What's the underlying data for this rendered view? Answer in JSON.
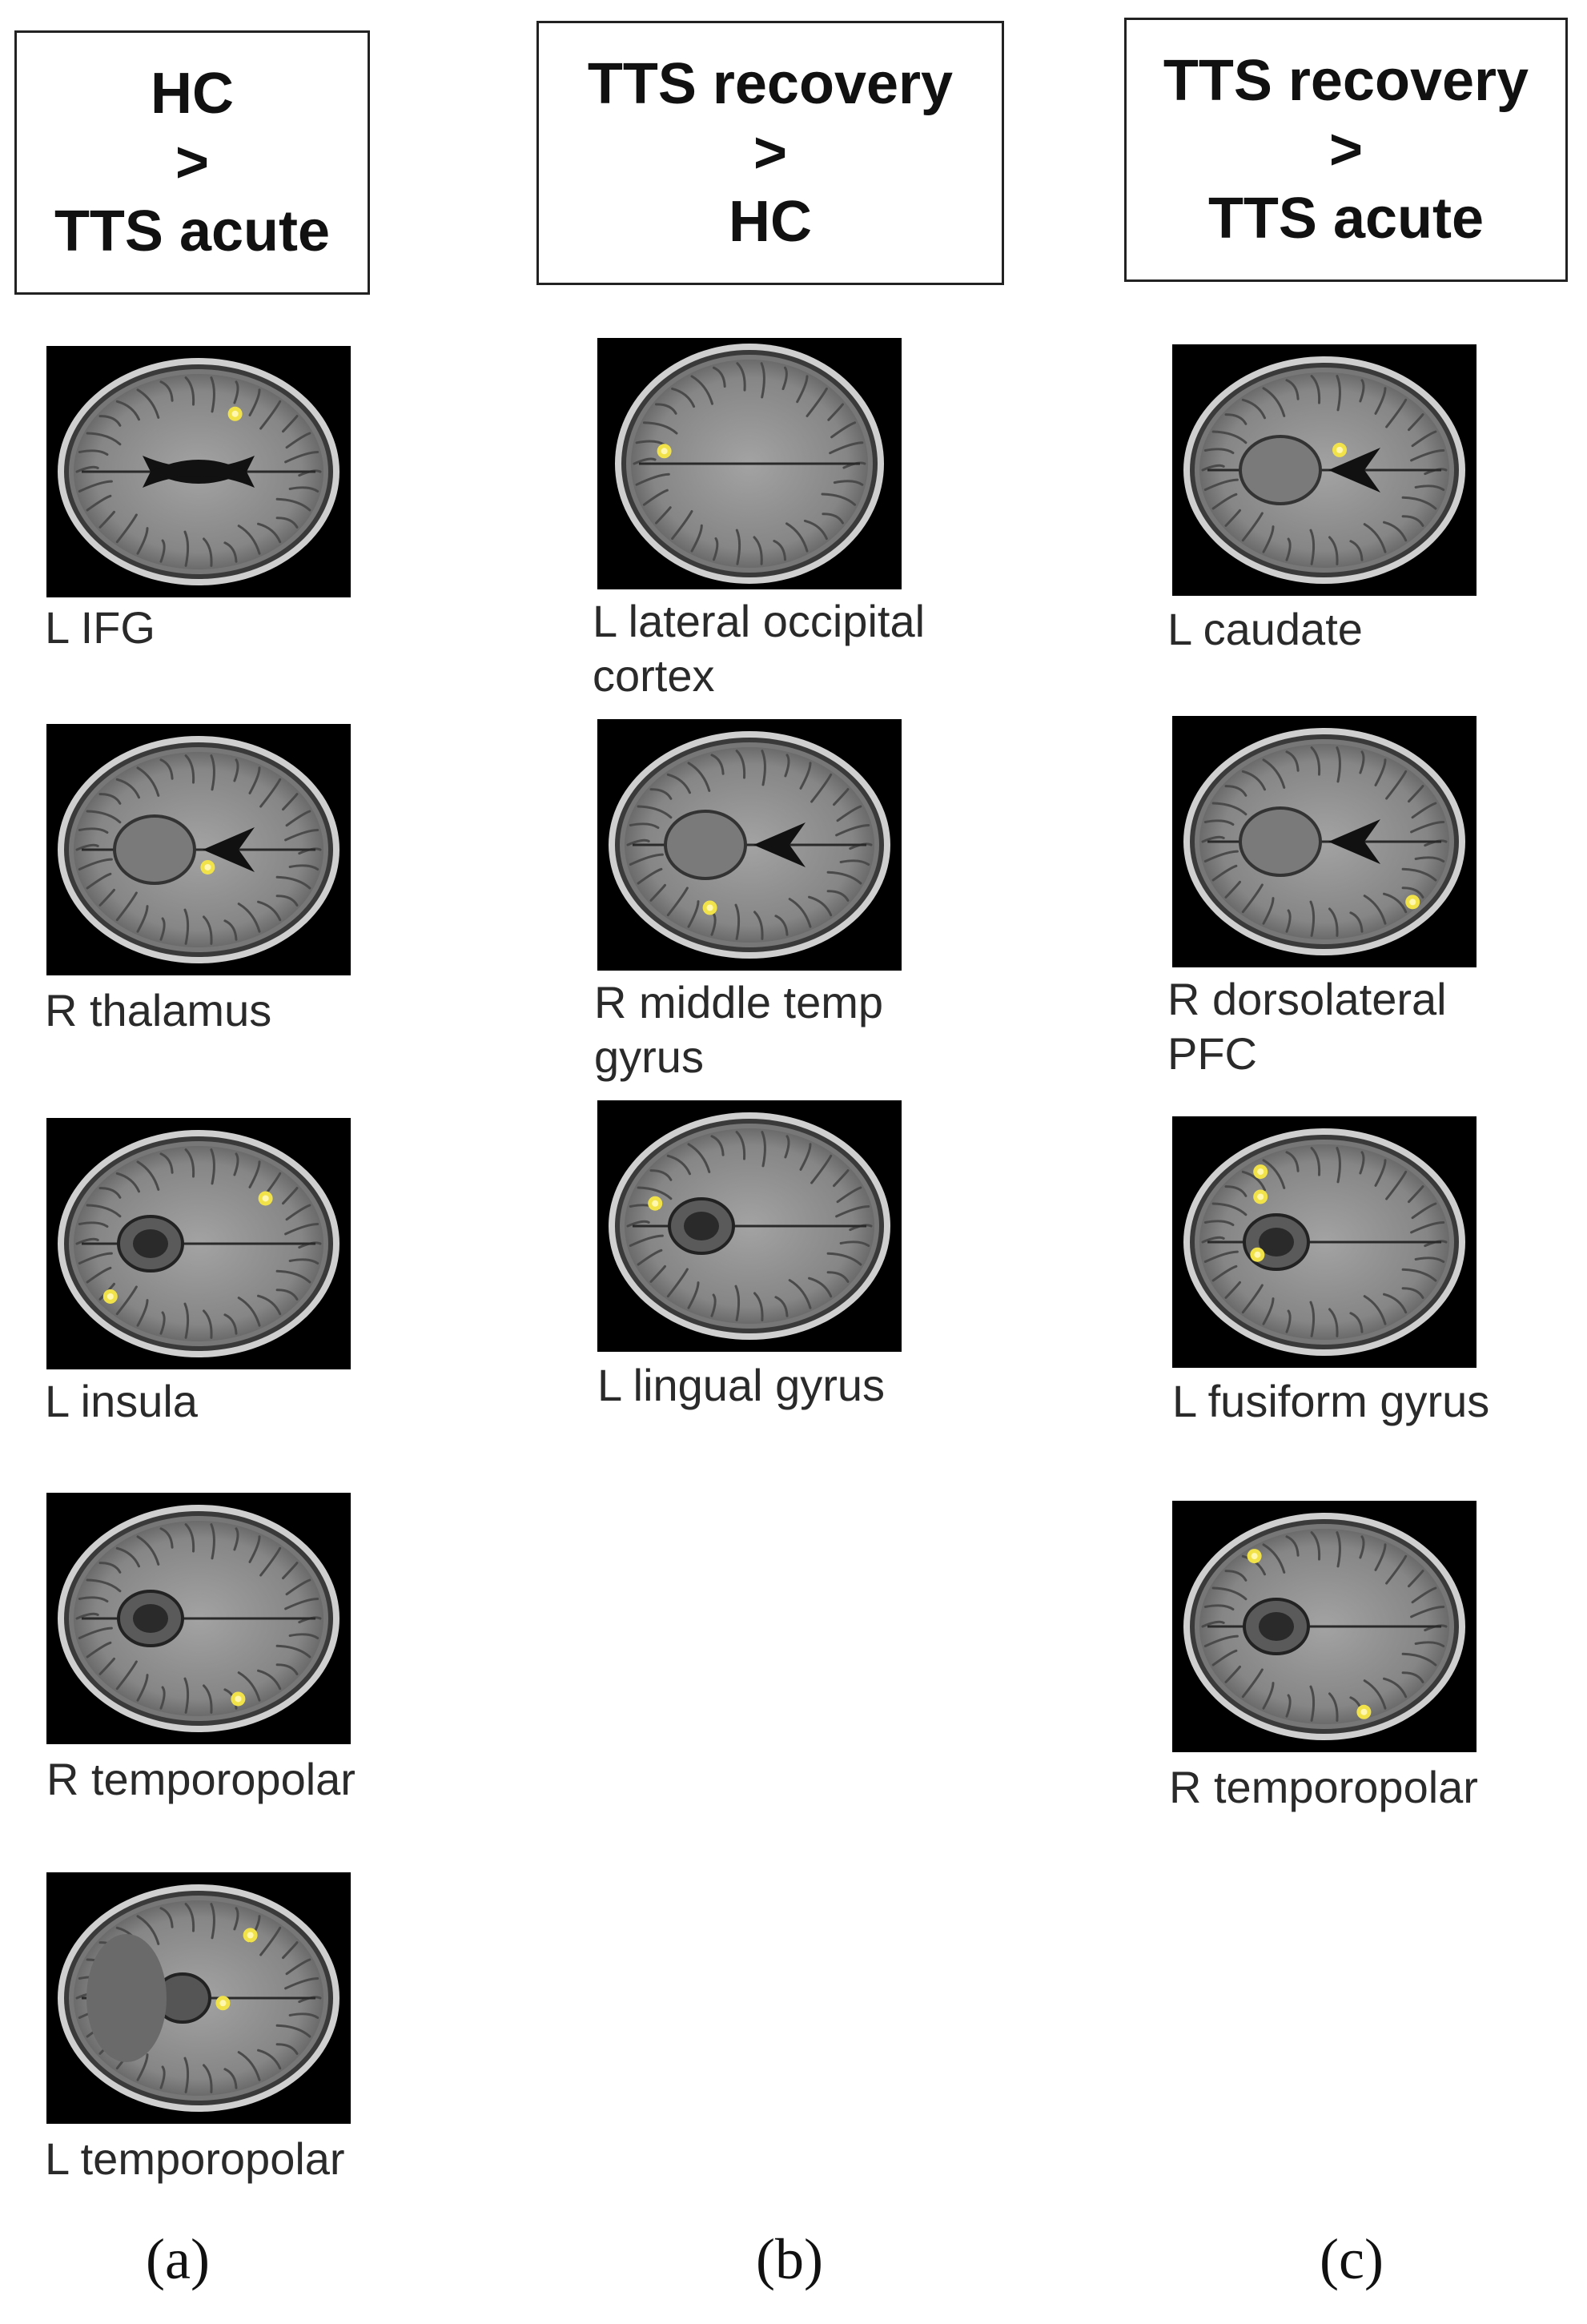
{
  "columns": [
    {
      "header": [
        "HC",
        ">",
        "TTS acute"
      ],
      "items": [
        {
          "label": "L IFG"
        },
        {
          "label": "R thalamus"
        },
        {
          "label": "L insula"
        },
        {
          "label": "R temporopolar"
        },
        {
          "label": "L temporopolar"
        }
      ],
      "sublabel": "(a)"
    },
    {
      "header": [
        "TTS recovery",
        ">",
        "HC"
      ],
      "items": [
        {
          "label": "L lateral occipital cortex"
        },
        {
          "label": "R middle temp gyrus"
        },
        {
          "label": "L lingual gyrus"
        }
      ],
      "sublabel": "(b)"
    },
    {
      "header": [
        "TTS recovery",
        ">",
        "TTS acute"
      ],
      "items": [
        {
          "label": "L caudate"
        },
        {
          "label": "R dorsolateral PFC"
        },
        {
          "label": "L fusiform gyrus"
        },
        {
          "label": "R temporopolar"
        }
      ],
      "sublabel": "(c)"
    }
  ],
  "colors": {
    "activation": "#f2e24a",
    "background": "#000000",
    "brain": "#8f8f8f"
  }
}
